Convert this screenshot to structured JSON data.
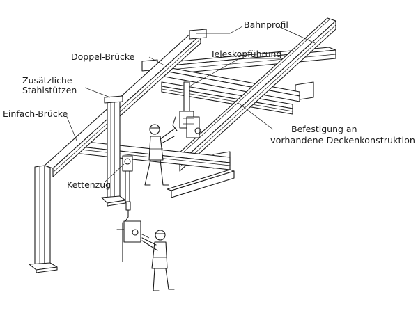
{
  "labels": {
    "bahnprofil": "Bahnprofil",
    "doppel_bruecke": "Doppel-Brücke",
    "teleskopfuehrung": "Teleskopführung",
    "zusaetzliche": "Zusätzliche",
    "stahlstuetzen": "Stahlstützen",
    "einfach_bruecke": "Einfach-Brücke",
    "befestigung_1": "Befestigung an",
    "befestigung_2": "vorhandene Deckenkonstruktion",
    "kettenzug": "Kettenzug"
  }
}
